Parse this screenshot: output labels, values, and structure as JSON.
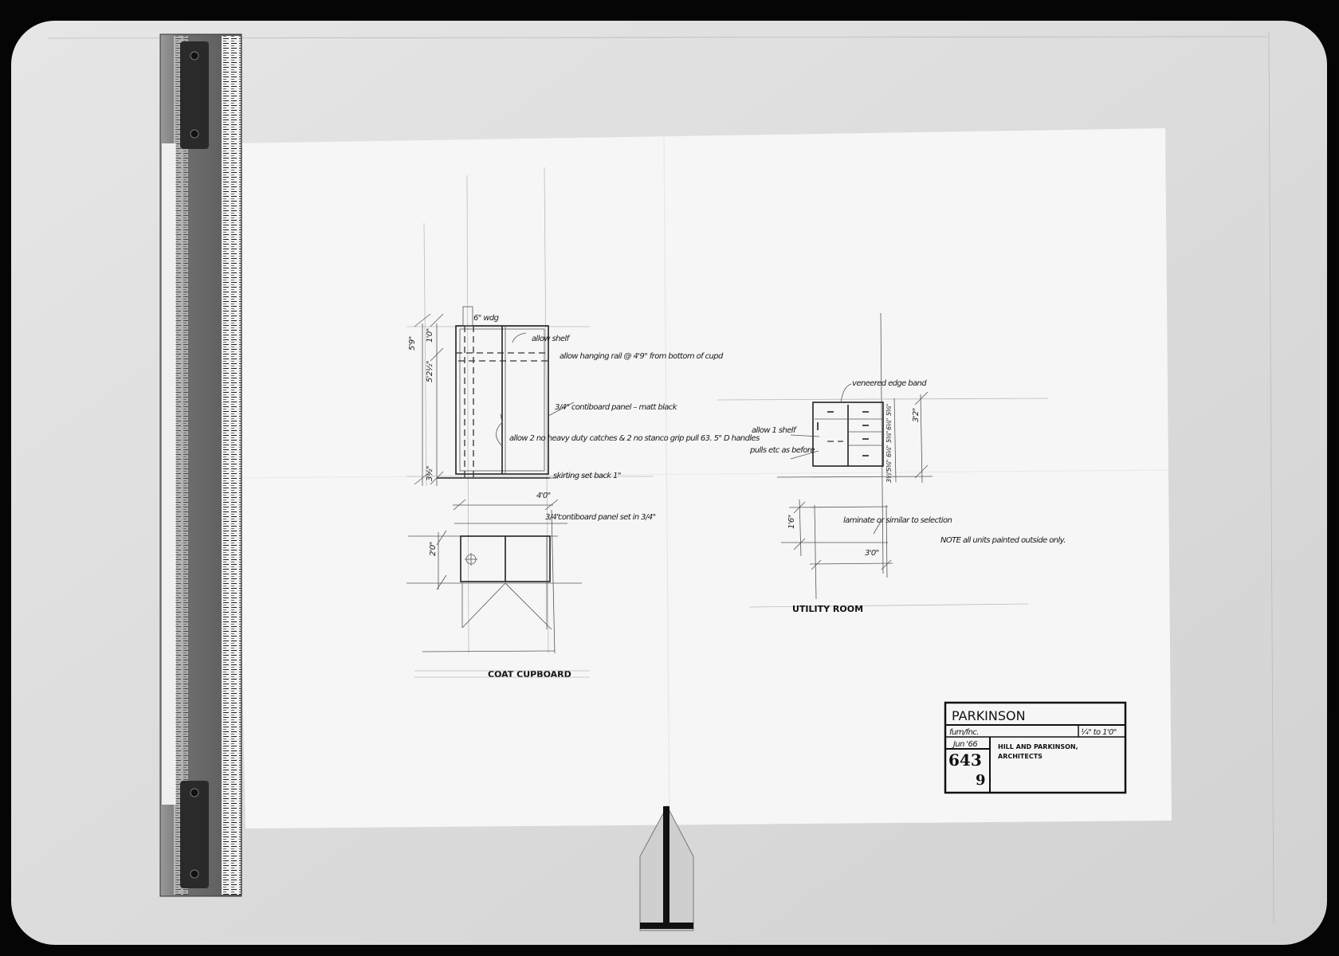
{
  "coat_cupboard": {
    "title": "COAT CUPBOARD",
    "notes": {
      "wedge": "6\" wdg",
      "shelf": "allow shelf",
      "rail": "allow hanging rail @ 4'9\" from bottom of cupd",
      "panel": "3/4\" contiboard panel – matt black",
      "catches": "allow 2 no heavy duty catches & 2 no stanco grip pull 63. 5\" D handles",
      "skirting": "skirting set back 1\"",
      "plan_panel": "contiboard panel set in 3/4\""
    },
    "dims": {
      "overall_height": "5'9\"",
      "top": "1'0\"",
      "body": "5'2½\"",
      "base": "3½\"",
      "width": "4'0\"",
      "depth": "2'0\"",
      "panel": "3/4\""
    }
  },
  "utility_room": {
    "title": "UTILITY ROOM",
    "notes": {
      "edge": "veneered edge band",
      "shelf": "allow 1 shelf",
      "pulls": "pulls etc as before",
      "laminate": "laminate or similar to selection",
      "note": "NOTE   all units painted outside only."
    },
    "dims": {
      "height": "3'2\"",
      "depth": "1'6\"",
      "width": "3'0\"",
      "drawers": [
        "5⅜\"",
        "6⅛\"",
        "5⅜\"",
        "6⅛\"",
        "5⅜\"",
        "3½\""
      ]
    }
  },
  "title_block": {
    "project": "PARKINSON",
    "subject": "furn/fnc.",
    "scale": "¼\" to 1'0\"",
    "date": "Jun '66",
    "job_number": "643",
    "sheet_number": "9",
    "firm": "HILL AND PARKINSON,",
    "firm_sub": "ARCHITECTS"
  }
}
